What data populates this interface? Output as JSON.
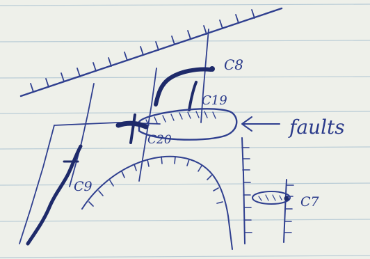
{
  "colors": {
    "paper": "#eef0ea",
    "ruled_line": "#b9ccd6",
    "ink": "#2f3f8f",
    "ink_dark": "#1e2a6a"
  },
  "labels": {
    "c8": "C8",
    "c19": "C19",
    "c20": "C20",
    "c9": "C9",
    "c7": "C7",
    "faults": "faults"
  }
}
